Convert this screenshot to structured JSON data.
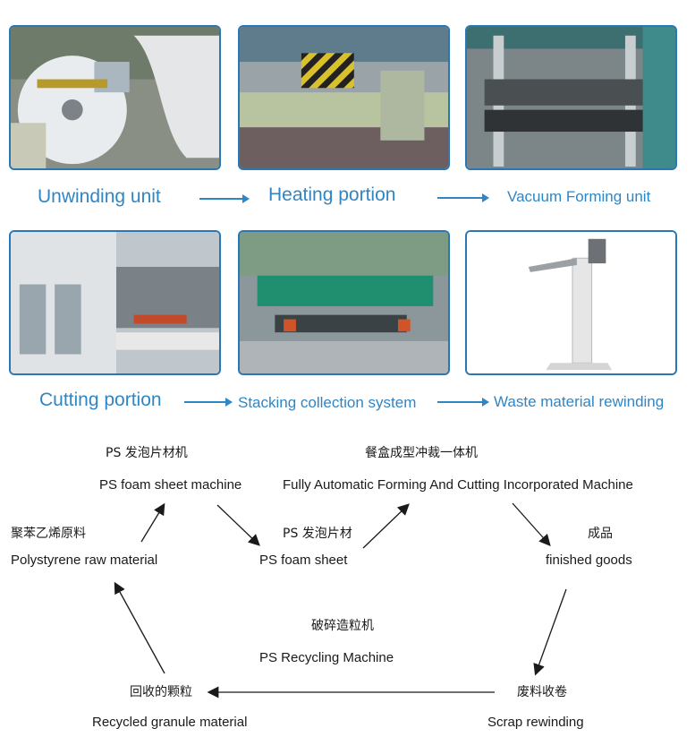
{
  "top_row": [
    {
      "caption": "Unwinding unit"
    },
    {
      "caption": "Heating portion"
    },
    {
      "caption": "Vacuum Forming unit"
    }
  ],
  "bottom_row": [
    {
      "caption": "Cutting portion"
    },
    {
      "caption": "Stacking collection system"
    },
    {
      "caption": "Waste material rewinding"
    }
  ],
  "flow": {
    "ps_machine_zh": "PS 发泡片材机",
    "ps_machine_en": "PS foam sheet machine",
    "forming_zh": "餐盒成型冲裁一体机",
    "forming_en": "Fully Automatic Forming And Cutting Incorporated Machine",
    "raw_zh": "聚苯乙烯原料",
    "raw_en": "Polystyrene raw material",
    "sheet_zh": "PS 发泡片材",
    "sheet_en": "PS foam sheet",
    "finished_zh": "成品",
    "finished_en": "finished goods",
    "recycling_zh": "破碎造粒机",
    "recycling_en": "PS Recycling Machine",
    "granule_zh": "回收的颗粒",
    "granule_en": "Recycled granule material",
    "scrap_zh": "废料收卷",
    "scrap_en": "Scrap rewinding"
  },
  "colors": {
    "accent": "#2f86c5",
    "border": "#2a77b5"
  }
}
